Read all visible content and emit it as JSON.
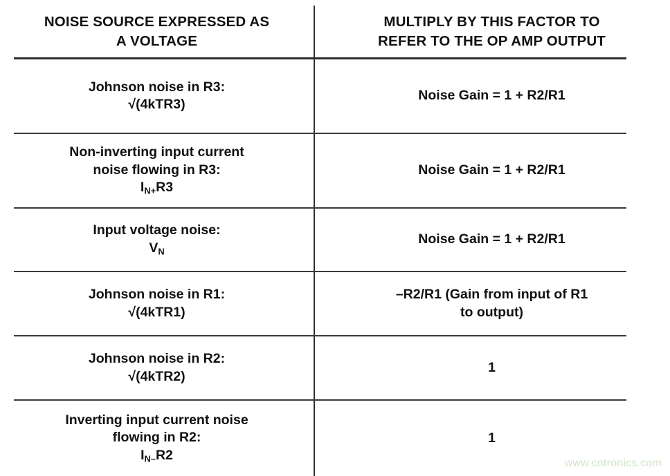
{
  "table": {
    "headers": {
      "left": [
        "NOISE SOURCE EXPRESSED AS",
        "A VOLTAGE"
      ],
      "right": [
        "MULTIPLY BY THIS FACTOR TO",
        "REFER TO THE OP AMP OUTPUT"
      ]
    },
    "rows": [
      {
        "source_lines": [
          "Johnson noise in R3:",
          "√(4kTR3)"
        ],
        "factor_lines": [
          "Noise Gain = 1 + R2/R1"
        ]
      },
      {
        "source_lines": [
          "Non-inverting input current",
          "noise flowing in R3:",
          "I_N+R3"
        ],
        "source_html_3": "I<sub>N+</sub>R3",
        "factor_lines": [
          "Noise Gain = 1 + R2/R1"
        ]
      },
      {
        "source_lines": [
          "Input voltage noise:",
          "V_N"
        ],
        "source_html_2": "V<sub>N</sub>",
        "factor_lines": [
          "Noise Gain = 1 + R2/R1"
        ]
      },
      {
        "source_lines": [
          "Johnson noise in R1:",
          "√(4kTR1)"
        ],
        "factor_lines": [
          "–R2/R1 (Gain from input of R1",
          "to output)"
        ]
      },
      {
        "source_lines": [
          "Johnson noise in R2:",
          "√(4kTR2)"
        ],
        "factor_lines": [
          "1"
        ]
      },
      {
        "source_lines": [
          "Inverting input current noise",
          "flowing in R2:",
          "I_N–R2"
        ],
        "source_html_3": "I<sub>N–</sub>R2",
        "factor_lines": [
          "1"
        ]
      }
    ]
  },
  "watermark": {
    "text": "www.cntronics.com",
    "color": "#cfe6c8"
  },
  "colors": {
    "background": "#ffffff",
    "text": "#111111",
    "rule": "#3a3a3a",
    "divider": "#2f2f2f"
  }
}
